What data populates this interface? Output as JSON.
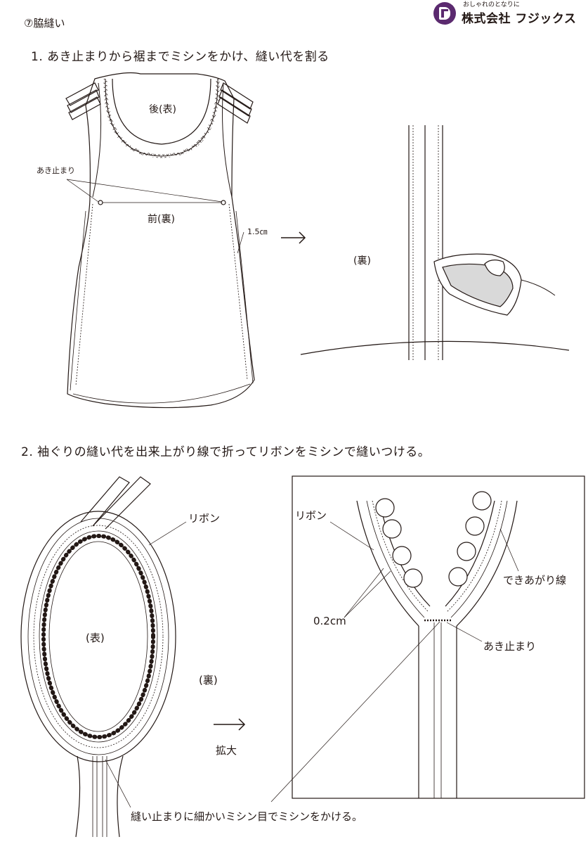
{
  "section_title": "⑦脇縫い",
  "logo": {
    "tagline": "おしゃれのとなりに",
    "company": "株式会社 フジックス"
  },
  "step1": {
    "text": "1. あき止まりから裾までミシンをかけ、縫い代を割る",
    "labels": {
      "back": "後(表)",
      "front": "前(裏)",
      "opening_stop": "あき止まり",
      "seam_allowance": "1.5㎝",
      "reverse": "(裏)"
    }
  },
  "step2": {
    "text": "2. 袖ぐりの縫い代を出来上がり線で折ってリボンをミシンで縫いつける。",
    "labels": {
      "ribbon_left": "リボン",
      "outside": "(表)",
      "reverse": "(裏)",
      "enlarge": "拡大",
      "ribbon_detail": "リボン",
      "finish_line": "できあがり線",
      "width": "0.2cm",
      "opening_stop": "あき止まり",
      "note": "縫い止まりに細かいミシン目でミシンをかける。"
    }
  }
}
